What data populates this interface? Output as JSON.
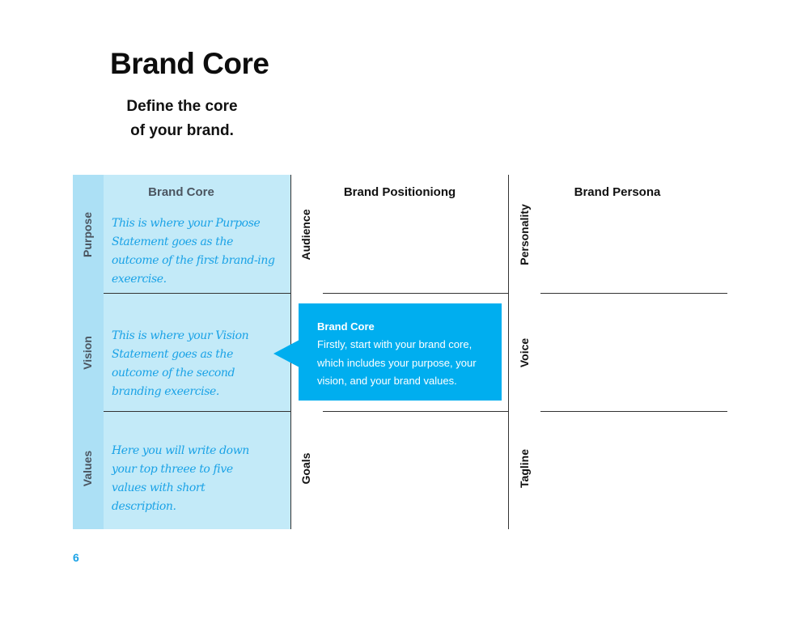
{
  "page": {
    "title": "Brand Core",
    "subtitle_line1": "Define the core",
    "subtitle_line2": "of your brand.",
    "page_number": "6"
  },
  "columns": {
    "brand_core": "Brand Core",
    "brand_positioning": "Brand Positioniong",
    "brand_persona": "Brand Persona"
  },
  "core_rows": [
    {
      "label": "Purpose",
      "text": "This is where your Purpose Statement goes as the outcome of the first brand-ing exeercise."
    },
    {
      "label": "Vision",
      "text": "This is where your Vision Statement goes as the outcome of the second branding exeercise."
    },
    {
      "label": "Values",
      "text": "Here you will write down your top threee to five values with short description."
    }
  ],
  "positioning_rows": [
    "Audience",
    "",
    "Goals"
  ],
  "persona_rows": [
    "Personality",
    "Voice",
    "Tagline"
  ],
  "callout": {
    "title": "Brand Core",
    "body": "Firstly, start with your brand core, which includes your purpose, your vision, and your brand values."
  },
  "colors": {
    "panel": "#c3eaf8",
    "strip": "#ace0f5",
    "accent": "#00aeef",
    "handwriting": "#1aa2e6"
  }
}
